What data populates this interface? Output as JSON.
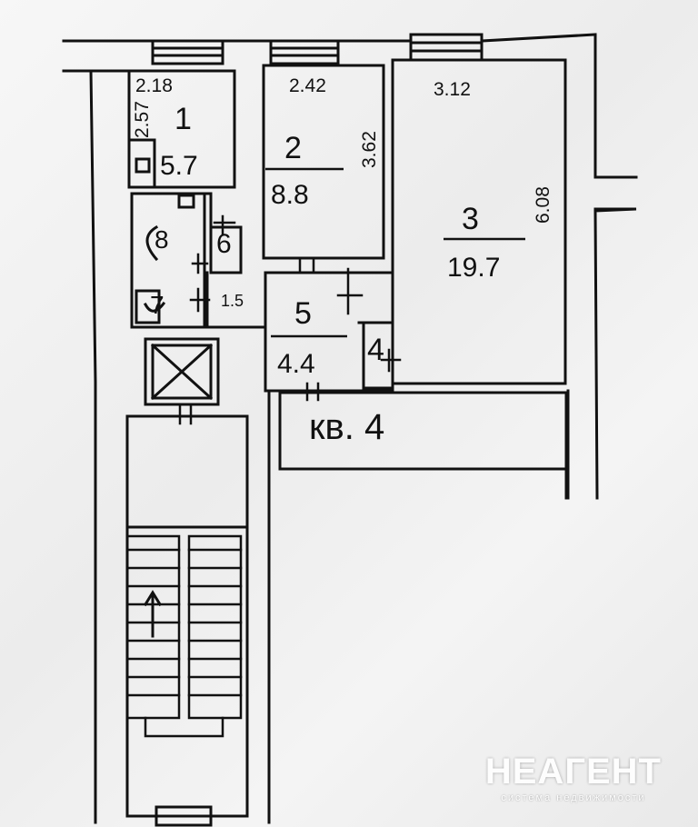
{
  "rooms": [
    {
      "id": "1",
      "number": "1",
      "area": "5.7",
      "dims": [
        "2.18",
        "2.57"
      ]
    },
    {
      "id": "2",
      "number": "2",
      "area": "8.8",
      "dims": [
        "2.42",
        "3.62"
      ]
    },
    {
      "id": "3",
      "number": "3",
      "area": "19.7",
      "dims": [
        "3.12",
        "6.08"
      ]
    },
    {
      "id": "4",
      "number": "4"
    },
    {
      "id": "5",
      "number": "5",
      "area": "4.4"
    },
    {
      "id": "6",
      "number": "6",
      "area": "1.5"
    },
    {
      "id": "7",
      "number": "7"
    },
    {
      "id": "8",
      "number": "8"
    }
  ],
  "apartment_label": "кв. 4",
  "watermark": {
    "title": "НЕАГЕНТ",
    "subtitle": "система недвижимости"
  },
  "icons": [
    "elevator-shaft-icon",
    "stair-up-arrow-icon",
    "toilet-icon",
    "sink-icon",
    "bathtub-icon",
    "window-icon",
    "door-icon"
  ]
}
